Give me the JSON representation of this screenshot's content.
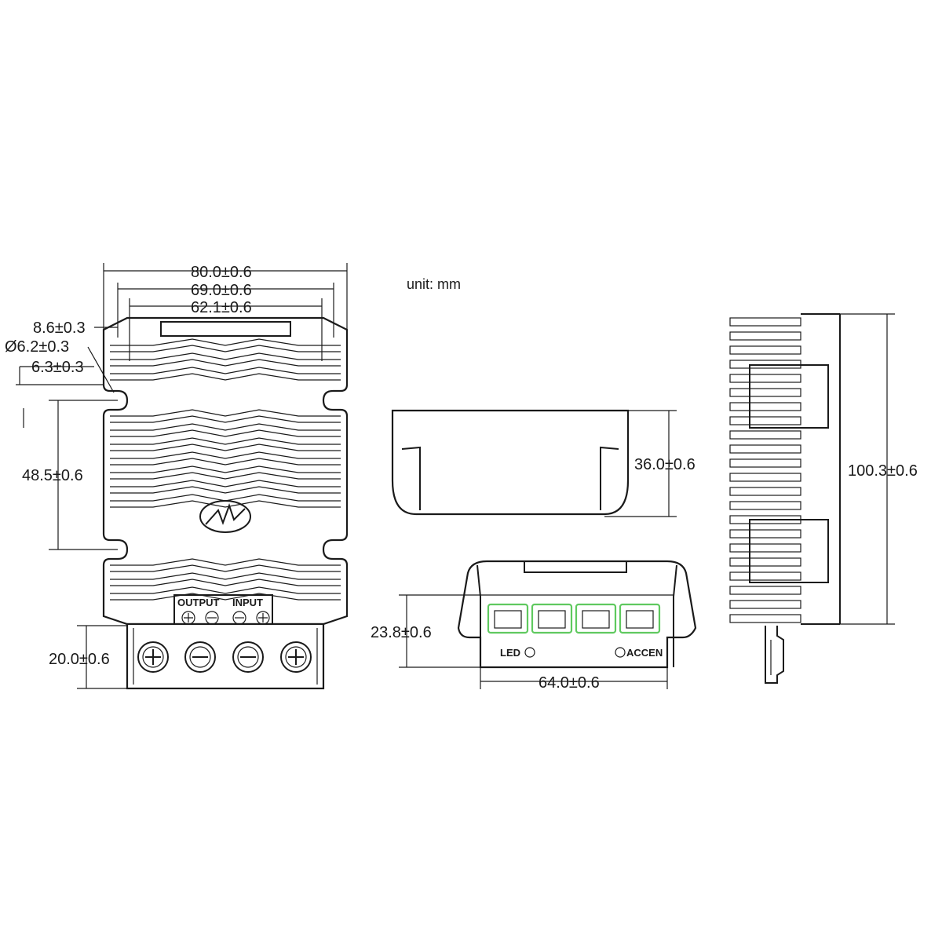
{
  "unit_label": "unit: mm",
  "top_view": {
    "dim_width_outer": "80.0±0.6",
    "dim_width_mid": "69.0±0.6",
    "dim_width_inner": "62.1±0.6",
    "dim_slot": "8.6±0.3",
    "dim_hole": "Ø6.2±0.3",
    "dim_edge": "6.3±0.3",
    "dim_hole_pitch": "48.5±0.6",
    "dim_terminal_depth": "20.0±0.6",
    "label_output": "OUTPUT",
    "label_input": "INPUT"
  },
  "front_view": {
    "dim_height": "36.0±0.6"
  },
  "end_view": {
    "dim_height": "23.8±0.6",
    "dim_width": "64.0±0.6",
    "label_led": "LED",
    "label_accen": "ACCEN"
  },
  "side_view": {
    "dim_length": "100.3±0.6"
  },
  "colors": {
    "line": "#1a1a1a",
    "terminal_accent": "#5fc95f"
  }
}
